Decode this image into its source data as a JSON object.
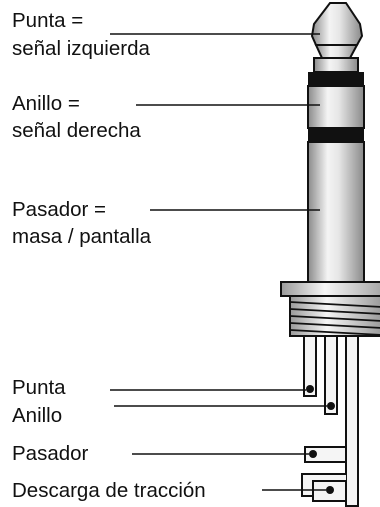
{
  "diagram": {
    "labels": {
      "tip_line1": "Punta =",
      "tip_line2": "señal izquierda",
      "ring_line1": "Anillo =",
      "ring_line2": "señal derecha",
      "sleeve_line1": "Pasador =",
      "sleeve_line2": "masa / pantalla",
      "tip_lug": "Punta",
      "ring_lug": "Anillo",
      "sleeve_lug": "Pasador",
      "strain_relief": "Descarga de tracción"
    },
    "colors": {
      "ink": "#111111",
      "metal_dark": "#8c8c8c",
      "metal_light": "#f2f2f2",
      "insulator": "#111111"
    }
  }
}
